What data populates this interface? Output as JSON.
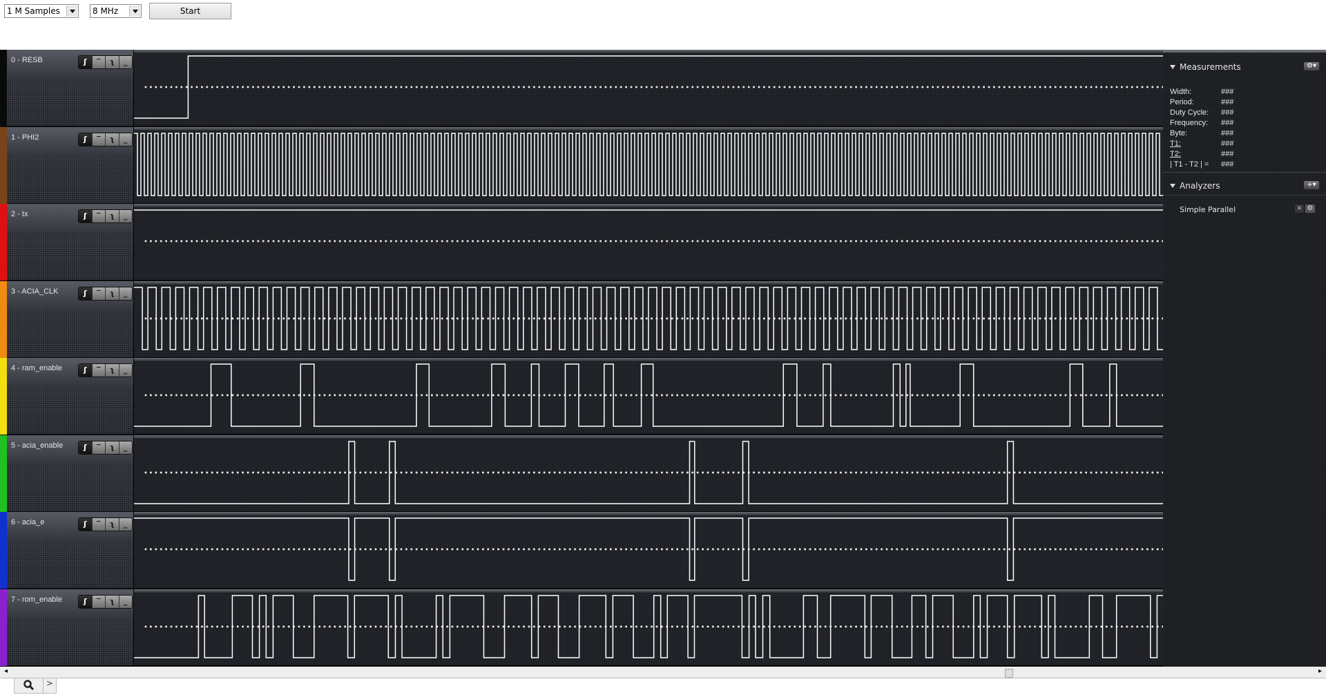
{
  "toolbar": {
    "samples_value": "1 M Samples",
    "rate_value": "8 MHz",
    "start_label": "Start"
  },
  "trigger_buttons": [
    "ʃ",
    "‾",
    "ʅ",
    "_"
  ],
  "channels": [
    {
      "label": "0 - RESB",
      "color": "#0a0a0a",
      "signal": {
        "type": "step",
        "initial": 0,
        "edges": [
          52.6
        ]
      },
      "dotted": true
    },
    {
      "label": "1 - PHI2",
      "color": "#7a4318",
      "signal": {
        "type": "clock",
        "cycles": 149,
        "duty": 0.5,
        "initial": 1
      },
      "dotted": false
    },
    {
      "label": "2 - tx",
      "color": "#e01010",
      "signal": {
        "type": "constant",
        "level": 1
      },
      "dotted": true
    },
    {
      "label": "3 - ACIA_CLK",
      "color": "#f08a10",
      "signal": {
        "type": "clock",
        "cycles": 74,
        "duty": 0.6,
        "initial": 1
      },
      "dotted": true
    },
    {
      "label": "4 - ram_enable",
      "color": "#f0e010",
      "signal": {
        "type": "pulses",
        "baseline": 0,
        "pulses": [
          [
            74.8,
            94.5
          ],
          [
            161.9,
            175.0
          ],
          [
            274.5,
            286.8
          ],
          [
            347.6,
            360.7
          ],
          [
            386.2,
            393.6
          ],
          [
            419.1,
            432.2
          ],
          [
            456.9,
            465.9
          ],
          [
            493.0,
            504.5
          ],
          [
            631.1,
            644.2
          ],
          [
            669.7,
            677.1
          ],
          [
            737.9,
            744.5
          ],
          [
            750.2,
            754.3
          ],
          [
            802.8,
            815.9
          ],
          [
            909.6,
            922.0
          ],
          [
            948.2,
            954.8
          ]
        ]
      },
      "dotted": true
    },
    {
      "label": "5 - acia_enable",
      "color": "#20c020",
      "signal": {
        "type": "pulses",
        "baseline": 0,
        "pulses": [
          [
            208.7,
            214.5
          ],
          [
            248.2,
            253.9
          ],
          [
            539.9,
            544.8
          ],
          [
            591.6,
            597.4
          ],
          [
            848.8,
            854.6
          ]
        ]
      },
      "dotted": true
    },
    {
      "label": "6 - acia_e",
      "color": "#1030d0",
      "signal": {
        "type": "pulses",
        "baseline": 1,
        "pulses": [
          [
            208.7,
            214.5
          ],
          [
            248.2,
            253.9
          ],
          [
            539.9,
            544.8
          ],
          [
            591.6,
            597.4
          ],
          [
            848.8,
            854.6
          ]
        ]
      },
      "dotted": true
    },
    {
      "label": "7 - rom_enable",
      "color": "#8a20d0",
      "signal": {
        "type": "pulses",
        "baseline": 0,
        "pulses": [
          [
            62.7,
            68.6
          ],
          [
            95.6,
            115.1
          ],
          [
            121.9,
            128.4
          ],
          [
            135.2,
            154.8
          ],
          [
            175.0,
            207.8
          ],
          [
            214.3,
            247.2
          ],
          [
            254.0,
            260.5
          ],
          [
            293.7,
            300.2
          ],
          [
            307.0,
            339.9
          ],
          [
            360.1,
            386.4
          ],
          [
            392.9,
            412.4
          ],
          [
            432.6,
            458.6
          ],
          [
            465.4,
            485.3
          ],
          [
            505.2,
            511.9
          ],
          [
            518.3,
            538.3
          ],
          [
            544.6,
            590.9
          ],
          [
            597.7,
            604.0
          ],
          [
            611.1,
            617.9
          ],
          [
            650.6,
            664.1
          ],
          [
            677.0,
            710.3
          ],
          [
            716.4,
            736.7
          ],
          [
            756.0,
            769.5
          ],
          [
            776.2,
            796.1
          ],
          [
            816.0,
            822.4
          ],
          [
            829.2,
            848.8
          ],
          [
            855.5,
            882.1
          ],
          [
            888.6,
            895.0
          ],
          [
            928.4,
            941.3
          ],
          [
            954.8,
            987.8
          ],
          [
            994.2,
            1000
          ]
        ]
      },
      "dotted": true
    }
  ],
  "time_range": [
    0,
    1000
  ],
  "measurements": {
    "title": "Measurements",
    "gear": "⚙▾",
    "rows": [
      {
        "key": "Width:",
        "value": "###"
      },
      {
        "key": "Period:",
        "value": "###"
      },
      {
        "key": "Duty Cycle:",
        "value": "###"
      },
      {
        "key": "Frequency:",
        "value": "###"
      },
      {
        "key": "Byte:",
        "value": "###"
      },
      {
        "key": "T1:",
        "value": "###"
      },
      {
        "key": "T2:",
        "value": "###"
      },
      {
        "key": "| T1 - T2 | =",
        "value": "###"
      }
    ]
  },
  "analyzers": {
    "title": "Analyzers",
    "add": "+▾",
    "items": [
      {
        "label": "Simple Parallel",
        "remove": "×",
        "settings": "⚙"
      }
    ]
  },
  "bottom_tabs": {
    "scroll_left": "◂",
    "scroll_right": "▸",
    "next": ">"
  }
}
